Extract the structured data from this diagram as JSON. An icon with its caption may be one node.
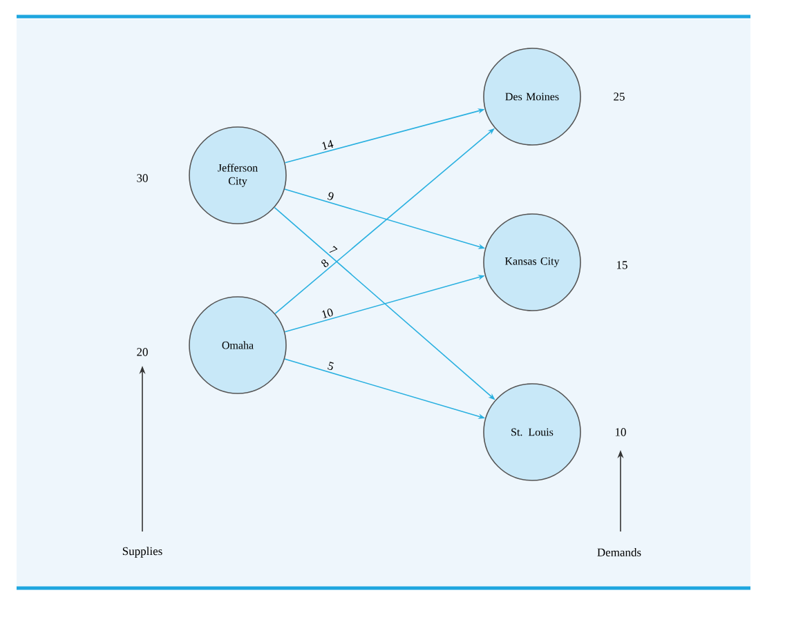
{
  "diagram": {
    "nodes": [
      {
        "text": [
          "Jefferson City"
        ],
        "beside": [
          "30"
        ]
      },
      {
        "text": [
          "Omaha"
        ],
        "beside": [
          "20"
        ]
      },
      {
        "text": [
          "Des Moines"
        ],
        "beside": [
          "25"
        ]
      },
      {
        "text": [
          "Kansas City"
        ],
        "beside": [
          "15"
        ]
      },
      {
        "text": [
          "St. Louis"
        ],
        "beside": [
          "10"
        ]
      }
    ],
    "edges": [
      {
        "from": 0,
        "to": 2,
        "arrow": "to",
        "label": "14"
      },
      {
        "from": 0,
        "to": 3,
        "arrow": "to",
        "label": "9"
      },
      {
        "from": 0,
        "to": 4,
        "arrow": "to",
        "label": "7"
      },
      {
        "from": 1,
        "to": 2,
        "arrow": "to",
        "label": "8"
      },
      {
        "from": 1,
        "to": 3,
        "arrow": "to",
        "label": "10"
      },
      {
        "from": 1,
        "to": 4,
        "arrow": "to",
        "label": "5"
      }
    ],
    "labels": [
      "Supplies",
      "Demands"
    ]
  }
}
